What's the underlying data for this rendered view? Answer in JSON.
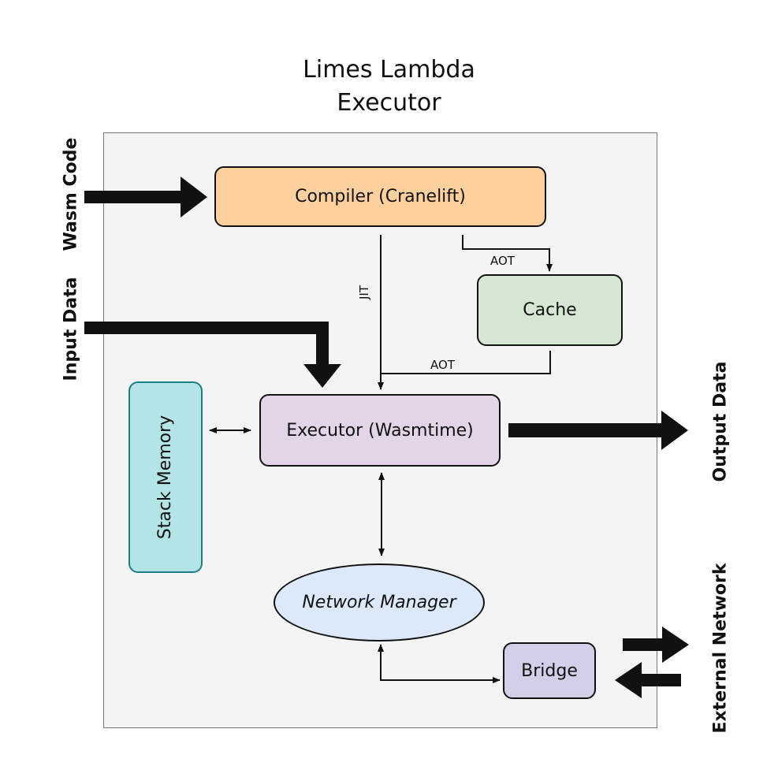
{
  "diagram": {
    "title_line1": "Limes Lambda",
    "title_line2": "Executor",
    "nodes": {
      "compiler": {
        "label": "Compiler (Cranelift)",
        "color": "#fdd09e"
      },
      "cache": {
        "label": "Cache",
        "color": "#d6e8d3"
      },
      "executor": {
        "label": "Executor (Wasmtime)",
        "color": "#e2d5e7"
      },
      "stack_memory": {
        "label": "Stack Memory",
        "color": "#b3e4e6"
      },
      "network_manager": {
        "label": "Network Manager",
        "color": "#dce9fa"
      },
      "bridge": {
        "label": "Bridge",
        "color": "#d3cfe8"
      }
    },
    "edge_labels": {
      "jit": "JIT",
      "aot_to_cache": "AOT",
      "aot_from_cache": "AOT"
    },
    "external": {
      "wasm_code": "Wasm Code",
      "input_data": "Input Data",
      "output_data": "Output Data",
      "external_network": "External Network"
    }
  }
}
